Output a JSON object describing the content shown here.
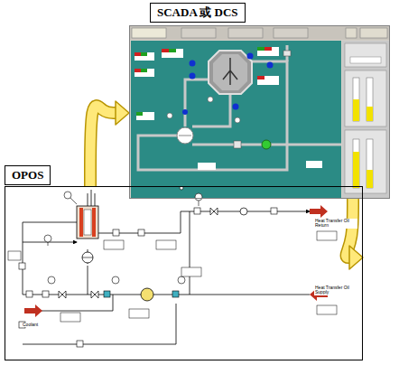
{
  "diagram": {
    "nodes": [
      {
        "text": [
          "SCADA 或 DCS"
        ]
      },
      {
        "text": [
          "OPOS"
        ]
      }
    ],
    "edges": [
      {
        "from": 1,
        "to": 0,
        "arrow": "to"
      },
      {
        "from": 0,
        "to": 1,
        "arrow": "to"
      }
    ],
    "labels": [
      "Heat Transfer Oil Return",
      "Heat Transfer Oil Supply",
      "Coolant"
    ]
  }
}
